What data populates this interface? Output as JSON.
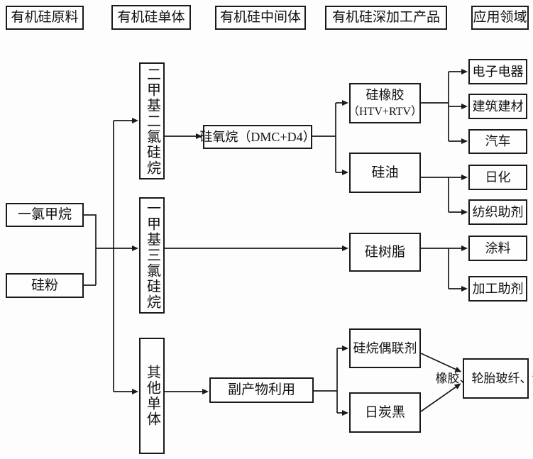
{
  "headers": [
    {
      "label": "有机硅原料"
    },
    {
      "label": "有机硅单体"
    },
    {
      "label": "有机硅中间体"
    },
    {
      "label": "有机硅深加工产品"
    },
    {
      "label": "应用领域"
    }
  ],
  "raw_materials": {
    "chloromethane": "一氯甲烷",
    "silicon_powder": "硅粉"
  },
  "monomers": {
    "dimethyldichlorosilane": "二甲基二氯硅烷",
    "methyltrichlorosilane": "一甲基三氯硅烷",
    "other_monomers": "其他单体"
  },
  "intermediates": {
    "siloxane": "硅氧烷（DMC+D4）",
    "byproduct_utilization": "副产物利用"
  },
  "deep_products": {
    "silicone_rubber_line1": "硅橡胶",
    "silicone_rubber_line2": "（HTV+RTV）",
    "silicone_oil": "硅油",
    "silicone_resin": "硅树脂",
    "silane_coupling_agent": "硅烷偶联剂",
    "carbon_black": "日炭黑"
  },
  "applications": {
    "electronics": "电子电器",
    "construction": "建筑建材",
    "automobile": "汽车",
    "daily_chemicals": "日化",
    "textile_auxiliaries": "纺织助剂",
    "coatings": "涂料",
    "processing_aids": "加工助剂",
    "rubber_tire_line1": "橡胶、轮胎",
    "rubber_tire_line2": "玻纤、涂料"
  },
  "colors": {
    "stroke": "#1a1a1a",
    "background": "#fdfdfd",
    "text": "#111111"
  }
}
